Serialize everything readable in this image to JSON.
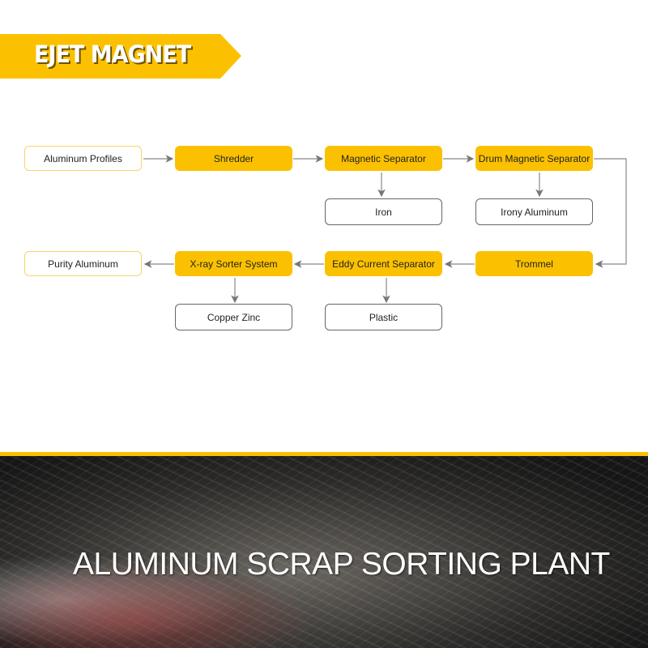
{
  "brand": {
    "logo_text": "EJET MAGNET",
    "color": "#fbc100"
  },
  "flow": {
    "aluminum_profiles": "Aluminum Profiles",
    "shredder": "Shredder",
    "magnetic_separator": "Magnetic Separator",
    "drum_magnetic_separator": "Drum Magnetic Separator",
    "iron": "Iron",
    "irony_aluminum": "Irony Aluminum",
    "purity_aluminum": "Purity Aluminum",
    "xray_sorter": "X-ray Sorter System",
    "eddy_current": "Eddy Current Separator",
    "trommel": "Trommel",
    "copper_zinc": "Copper  Zinc",
    "plastic": "Plastic"
  },
  "footer": {
    "title": "ALUMINUM SCRAP SORTING PLANT"
  }
}
